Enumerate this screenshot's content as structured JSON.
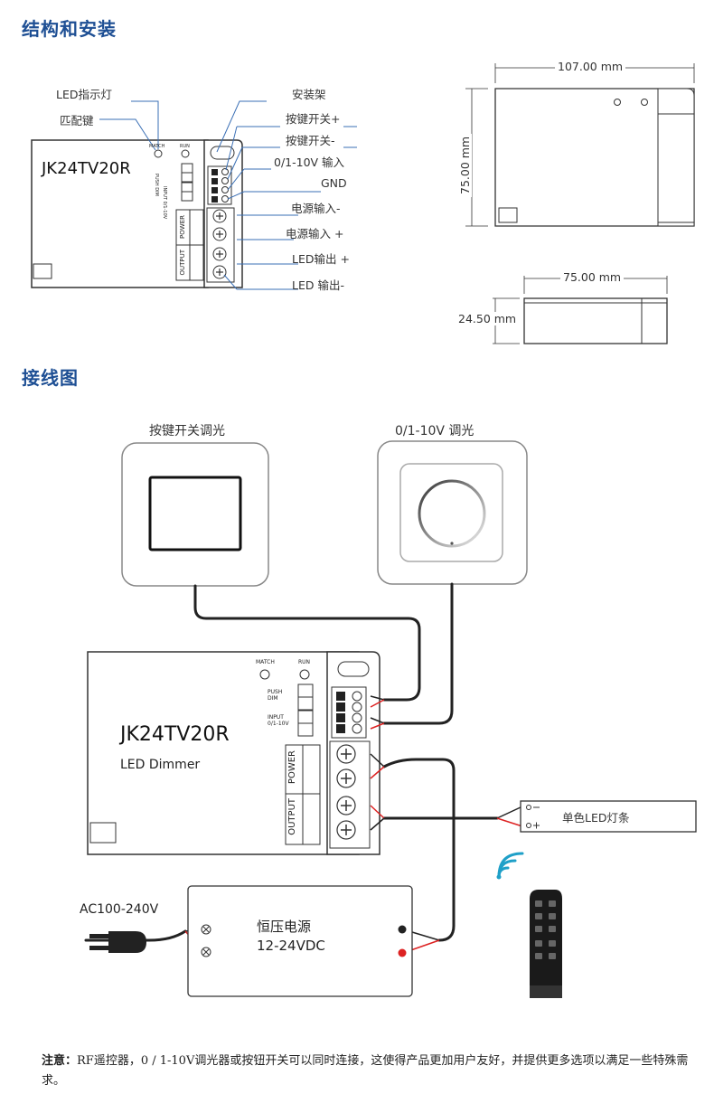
{
  "sections": {
    "structure_title": "结构和安装",
    "wiring_title": "接线图"
  },
  "top_device": {
    "model": "JK24TV20R",
    "match_label": "MATCH",
    "run_label": "RUN",
    "push_label": "PUSH DIM",
    "input_label": "INPUT 0/1-10V",
    "power_label": "POWER",
    "output_label": "OUTPUT",
    "plus": "+",
    "minus": "−"
  },
  "callouts": {
    "led_indicator": "LED指示灯",
    "match_key": "匹配键",
    "mount_bracket": "安装架",
    "key_switch_plus": "按键开关+",
    "key_switch_minus": "按键开关-",
    "dim_input": "0/1-10V 输入",
    "gnd": "GND",
    "power_in_minus": "电源输入-",
    "power_in_plus": "电源输入 +",
    "led_out_plus": "LED输出 +",
    "led_out_minus": "LED 输出-"
  },
  "dimensions": {
    "width_top": "107.00 mm",
    "height_side": "75.00 mm",
    "depth_top": "75.00 mm",
    "thickness": "24.50 mm"
  },
  "wiring": {
    "push_switch_title": "按键开关调光",
    "dimmer_title": "0/1-10V 调光",
    "device_model": "JK24TV20R",
    "device_subtitle": "LED Dimmer",
    "match_label": "MATCH",
    "run_label": "RUN",
    "push_label": "PUSH DIM",
    "input_label": "INPUT 0/1-10V",
    "power_label": "POWER",
    "output_label": "OUTPUT",
    "led_strip_label": "单色LED灯条",
    "psu_title": "恒压电源",
    "psu_voltage": "12-24VDC",
    "ac_label": "AC100-240V"
  },
  "note": {
    "prefix": "注意：",
    "text": "RF遥控器，0 / 1-10V调光器或按钮开关可以同时连接，这使得产品更加用户友好，并提供更多选项以满足一些特殊需求。"
  }
}
